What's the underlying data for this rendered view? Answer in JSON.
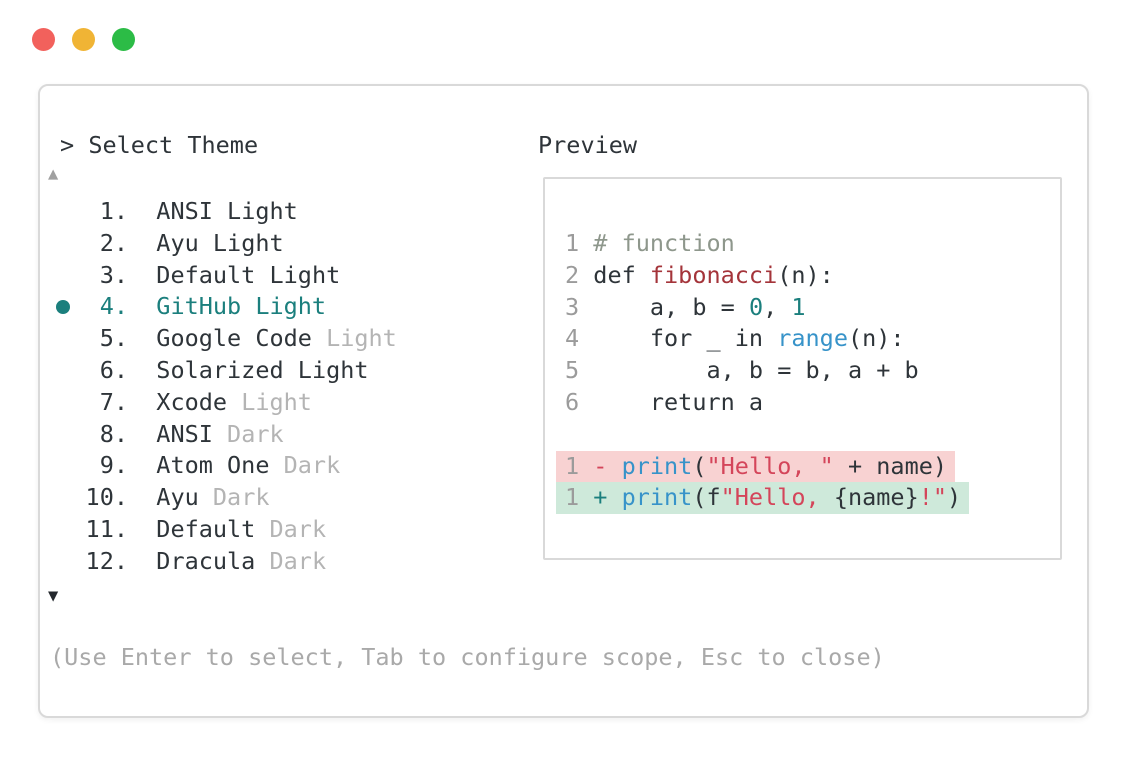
{
  "colors": {
    "text_dark": "#2e3439",
    "text_dim": "#b4b4b4",
    "teal": "#1b7f7d",
    "blue": "#3793c9",
    "function_red": "#a4343a",
    "string_red": "#d4455a",
    "comment_green": "#8e978c",
    "line_number_gray": "#9b9b9b",
    "diff_removed_bg": "#f8d2d2",
    "diff_added_bg": "#cee9da",
    "border_gray": "#d9d9d9",
    "help_gray": "#a9a9a9",
    "arrow_up_gray": "#a0a0a0",
    "arrow_down_dark": "#24282d"
  },
  "window": {
    "traffic_lights": [
      {
        "name": "close",
        "color": "#f2615c"
      },
      {
        "name": "minimize",
        "color": "#f0b435"
      },
      {
        "name": "zoom",
        "color": "#2cbc46"
      }
    ]
  },
  "prompt": {
    "caret": ">",
    "title": "Select Theme"
  },
  "theme_list": {
    "up_indicator": "▲",
    "down_indicator": "▼",
    "items": [
      {
        "number": "1.",
        "name": "ANSI",
        "suffix": "Light",
        "suffix_dim": false,
        "selected": false
      },
      {
        "number": "2.",
        "name": "Ayu",
        "suffix": "Light",
        "suffix_dim": false,
        "selected": false
      },
      {
        "number": "3.",
        "name": "Default",
        "suffix": "Light",
        "suffix_dim": false,
        "selected": false
      },
      {
        "number": "4.",
        "name": "GitHub",
        "suffix": "Light",
        "suffix_dim": false,
        "selected": true
      },
      {
        "number": "5.",
        "name": "Google Code",
        "suffix": "Light",
        "suffix_dim": true,
        "selected": false
      },
      {
        "number": "6.",
        "name": "Solarized",
        "suffix": "Light",
        "suffix_dim": false,
        "selected": false
      },
      {
        "number": "7.",
        "name": "Xcode",
        "suffix": "Light",
        "suffix_dim": true,
        "selected": false
      },
      {
        "number": "8.",
        "name": "ANSI",
        "suffix": "Dark",
        "suffix_dim": true,
        "selected": false
      },
      {
        "number": "9.",
        "name": "Atom One",
        "suffix": "Dark",
        "suffix_dim": true,
        "selected": false
      },
      {
        "number": "10.",
        "name": "Ayu",
        "suffix": "Dark",
        "suffix_dim": true,
        "selected": false
      },
      {
        "number": "11.",
        "name": "Default",
        "suffix": "Dark",
        "suffix_dim": true,
        "selected": false
      },
      {
        "number": "12.",
        "name": "Dracula",
        "suffix": "Dark",
        "suffix_dim": true,
        "selected": false
      }
    ]
  },
  "preview": {
    "label": "Preview",
    "lines": [
      {
        "hl": null,
        "tokens": [
          {
            "t": "1 ",
            "c": "ln"
          },
          {
            "t": "# function",
            "c": "comment"
          }
        ]
      },
      {
        "hl": null,
        "tokens": [
          {
            "t": "2 ",
            "c": "ln"
          },
          {
            "t": "def ",
            "c": "code"
          },
          {
            "t": "fibonacci",
            "c": "func"
          },
          {
            "t": "(n):",
            "c": "code"
          }
        ]
      },
      {
        "hl": null,
        "tokens": [
          {
            "t": "3 ",
            "c": "ln"
          },
          {
            "t": "    a, b = ",
            "c": "code"
          },
          {
            "t": "0",
            "c": "teal"
          },
          {
            "t": ", ",
            "c": "code"
          },
          {
            "t": "1",
            "c": "teal"
          }
        ]
      },
      {
        "hl": null,
        "tokens": [
          {
            "t": "4 ",
            "c": "ln"
          },
          {
            "t": "    for _ in ",
            "c": "code"
          },
          {
            "t": "range",
            "c": "blue"
          },
          {
            "t": "(n):",
            "c": "code"
          }
        ]
      },
      {
        "hl": null,
        "tokens": [
          {
            "t": "5 ",
            "c": "ln"
          },
          {
            "t": "        a, b = b, a + b",
            "c": "code"
          }
        ]
      },
      {
        "hl": null,
        "tokens": [
          {
            "t": "6 ",
            "c": "ln"
          },
          {
            "t": "    return a",
            "c": "code"
          }
        ]
      },
      {
        "hl": null,
        "tokens": []
      },
      {
        "hl": "removed",
        "tokens": [
          {
            "t": "1 ",
            "c": "ln"
          },
          {
            "t": "- ",
            "c": "str"
          },
          {
            "t": "print",
            "c": "blue"
          },
          {
            "t": "(",
            "c": "code"
          },
          {
            "t": "\"Hello, \"",
            "c": "str"
          },
          {
            "t": " + name)",
            "c": "code"
          }
        ]
      },
      {
        "hl": "added",
        "tokens": [
          {
            "t": "1 ",
            "c": "ln"
          },
          {
            "t": "+ ",
            "c": "teal"
          },
          {
            "t": "print",
            "c": "blue"
          },
          {
            "t": "(f",
            "c": "code"
          },
          {
            "t": "\"Hello, ",
            "c": "str"
          },
          {
            "t": "{name}",
            "c": "code"
          },
          {
            "t": "!\"",
            "c": "str"
          },
          {
            "t": ")",
            "c": "code"
          }
        ]
      }
    ]
  },
  "footer": {
    "hint": "(Use Enter to select, Tab to configure scope, Esc to close)"
  }
}
